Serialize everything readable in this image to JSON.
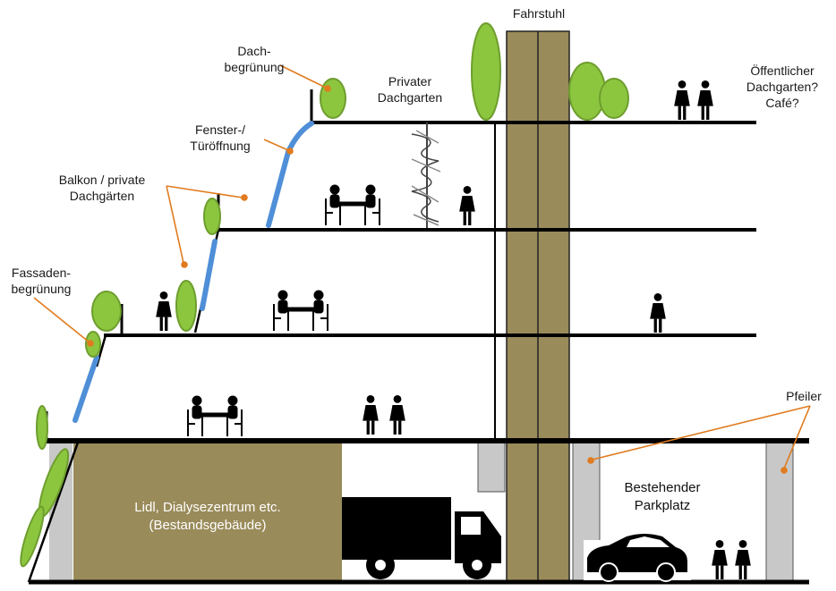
{
  "labels": {
    "fahrstuhl": "Fahrstuhl",
    "dachbegruenung": "Dach-\nbegrünung",
    "privater_dachgarten": "Privater\nDachgarten",
    "oeffentlicher_dachgarten": "Öffentlicher\nDachgarten?\nCafé?",
    "fenster": "Fenster-/\nTüröffnung",
    "balkon": "Balkon / private\nDachgärten",
    "fassaden": "Fassaden-\nbegrünung",
    "pfeiler": "Pfeiler",
    "bestand": "Lidl, Dialysezentrum etc.\n(Bestandsgebäude)",
    "parkplatz": "Bestehender\nParkplatz"
  },
  "colors": {
    "accent": "#e07b1f",
    "window": "#4f8fd8",
    "green": "#8cc63f",
    "green_edge": "#6e9e2e",
    "olive": "#9a8b5a",
    "pillar": "#c8c8c8",
    "floor": "#000000"
  }
}
